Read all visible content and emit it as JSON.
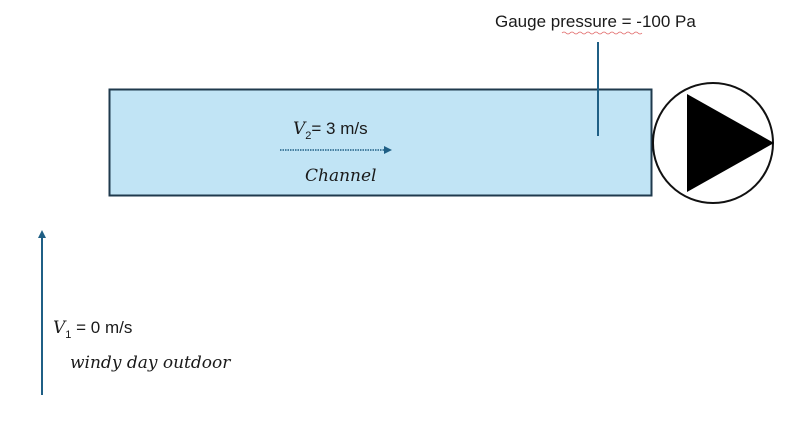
{
  "gauge": {
    "label_prefix": "Gauge ",
    "label_underlined": "pressure",
    "label_suffix": " = -100 Pa"
  },
  "channel": {
    "velocity_symbol": "V",
    "velocity_subscript": "2",
    "velocity_value": "= 3 m/s",
    "name": "Channel",
    "fill_color": "#c1e4f5",
    "border_color": "#1f3a4d"
  },
  "outdoor": {
    "velocity_symbol": "V",
    "velocity_subscript": "1",
    "velocity_value": " = 0 m/s",
    "description": "windy day outdoor"
  },
  "fan": {
    "icon": "fan-play-triangle"
  },
  "colors": {
    "arrow": "#1f5f85",
    "spellcheck_underline": "#e06666"
  }
}
